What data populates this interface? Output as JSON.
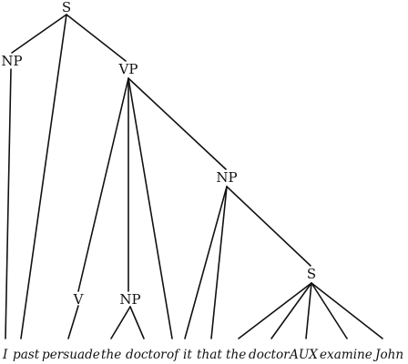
{
  "tree": {
    "nodes": [
      {
        "id": "s_root",
        "label": "S"
      },
      {
        "id": "np_subj",
        "label": "NP"
      },
      {
        "id": "vp",
        "label": "VP"
      },
      {
        "id": "np_obj",
        "label": "NP"
      },
      {
        "id": "s_emb",
        "label": "S"
      },
      {
        "id": "v",
        "label": "V"
      },
      {
        "id": "np_doc",
        "label": "NP"
      }
    ],
    "leaves": [
      {
        "id": "w_i",
        "text": "I"
      },
      {
        "id": "w_past",
        "text": "past"
      },
      {
        "id": "w_persuade",
        "text": "persuade"
      },
      {
        "id": "w_the1",
        "text": "the"
      },
      {
        "id": "w_doctor1",
        "text": "doctor"
      },
      {
        "id": "w_of",
        "text": "of"
      },
      {
        "id": "w_it",
        "text": "it"
      },
      {
        "id": "w_that",
        "text": "that"
      },
      {
        "id": "w_the2",
        "text": "the"
      },
      {
        "id": "w_doctor2",
        "text": "doctor"
      },
      {
        "id": "w_aux",
        "text": "AUX"
      },
      {
        "id": "w_examine",
        "text": "examine"
      },
      {
        "id": "w_john",
        "text": "John"
      }
    ],
    "edges": [
      [
        "s_root",
        "np_subj"
      ],
      [
        "s_root",
        "w_past"
      ],
      [
        "s_root",
        "vp"
      ],
      [
        "np_subj",
        "w_i"
      ],
      [
        "vp",
        "v"
      ],
      [
        "vp",
        "np_doc"
      ],
      [
        "vp",
        "w_of"
      ],
      [
        "vp",
        "np_obj"
      ],
      [
        "v",
        "w_persuade"
      ],
      [
        "np_doc",
        "w_the1"
      ],
      [
        "np_doc",
        "w_doctor1"
      ],
      [
        "np_obj",
        "w_it"
      ],
      [
        "np_obj",
        "w_that"
      ],
      [
        "np_obj",
        "s_emb"
      ],
      [
        "s_emb",
        "w_the2"
      ],
      [
        "s_emb",
        "w_doctor2"
      ],
      [
        "s_emb",
        "w_aux"
      ],
      [
        "s_emb",
        "w_examine"
      ],
      [
        "s_emb",
        "w_john"
      ]
    ]
  }
}
